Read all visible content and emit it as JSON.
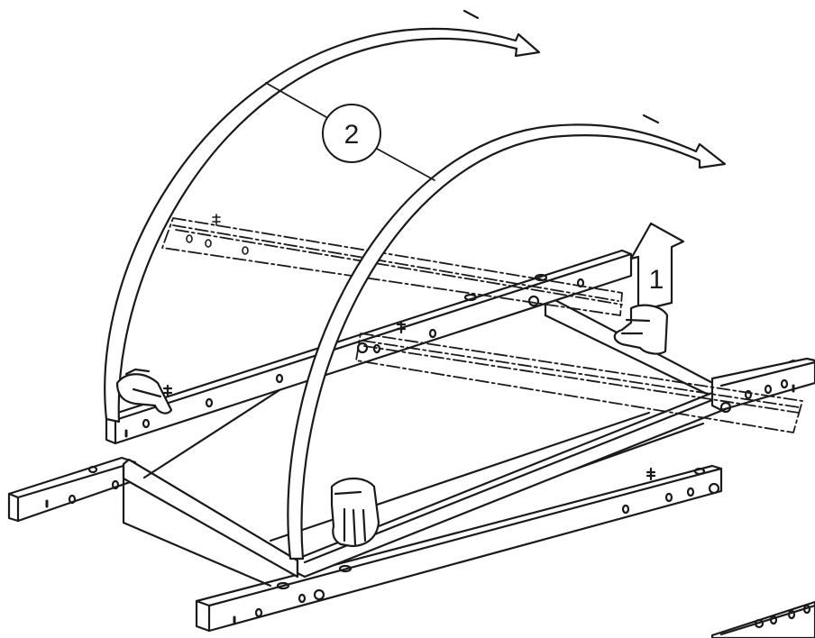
{
  "diagram": {
    "steps": [
      {
        "number": "1",
        "action": "lift"
      },
      {
        "number": "2",
        "action": "rotate"
      }
    ],
    "colors": {
      "line": "#1a1a1a",
      "background": "#ffffff"
    }
  }
}
